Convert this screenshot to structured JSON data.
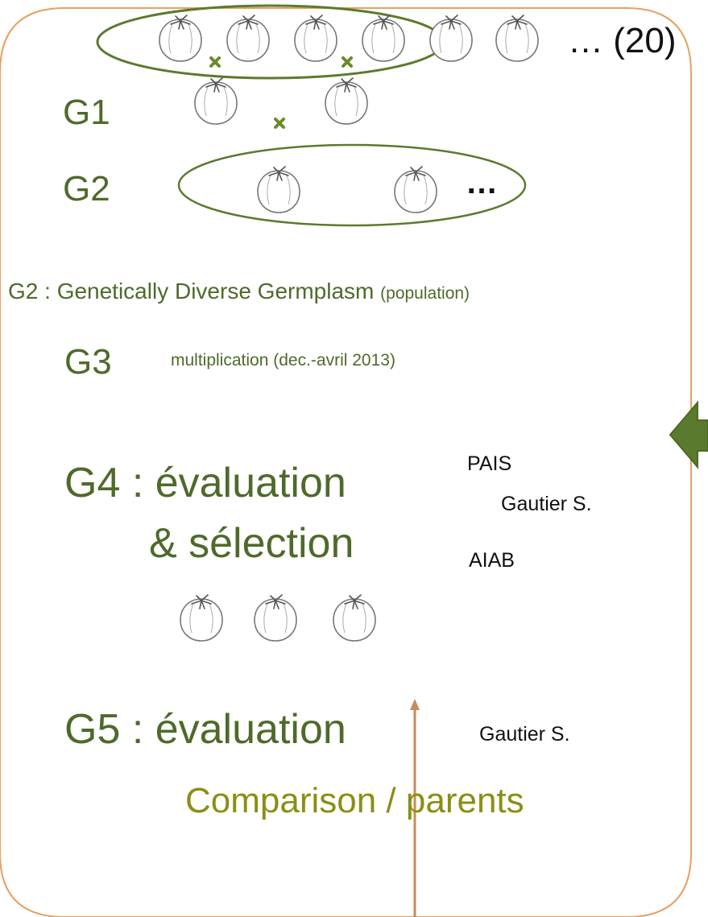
{
  "diagram": {
    "parents_count": "… (20)",
    "g1_label": "G1",
    "g2_label": "G2",
    "g2_ellipsis": "…",
    "g2_description": {
      "main": "G2 : Genetically Diverse Germplasm",
      "note": "(population)"
    },
    "g3": {
      "label": "G3",
      "note": "multiplication (dec.-avril 2013)"
    },
    "g4": {
      "line1": "G4 : évaluation",
      "line2": "& sélection",
      "partners": [
        "PAIS",
        "Gautier S.",
        "AIAB"
      ]
    },
    "g5": {
      "label": "G5 : évaluation",
      "partner": "Gautier S."
    },
    "comparison": "Comparison / parents",
    "colors": {
      "box_border": "#e8a060",
      "heading_green": "#4e6a2b",
      "ellipse_green": "#5b7a2e",
      "cross_green": "#6b8a2e",
      "comparison_olive": "#8c8e14",
      "side_arrow": "#5b7a2e",
      "bottom_arrow": "#c98a5a"
    },
    "icons": [
      "tomato-icon",
      "cross-icon",
      "arrow-left-icon",
      "arrow-up-icon"
    ]
  }
}
